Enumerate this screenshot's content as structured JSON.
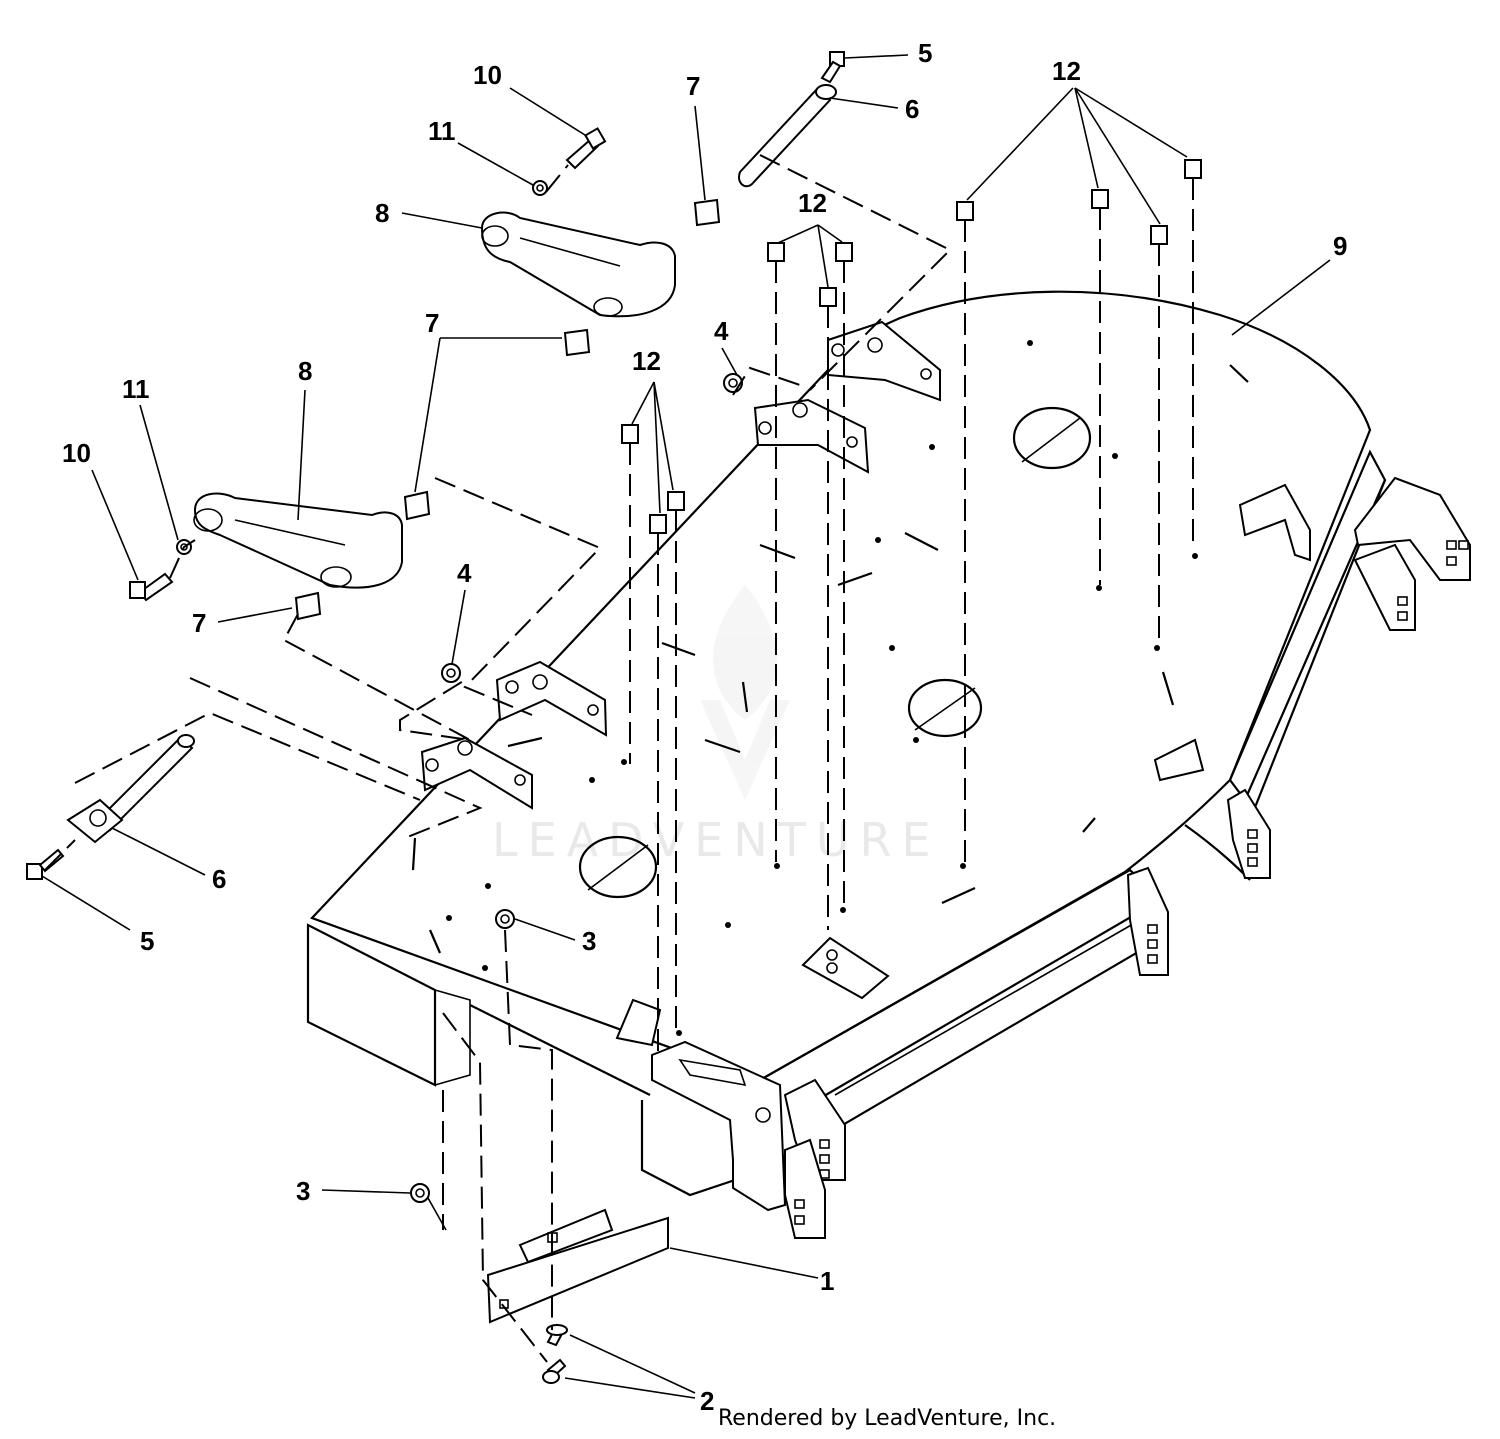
{
  "diagram": {
    "callouts": [
      {
        "id": "c1",
        "label": "1"
      },
      {
        "id": "c2",
        "label": "2"
      },
      {
        "id": "c3a",
        "label": "3"
      },
      {
        "id": "c3b",
        "label": "3"
      },
      {
        "id": "c4a",
        "label": "4"
      },
      {
        "id": "c4b",
        "label": "4"
      },
      {
        "id": "c5a",
        "label": "5"
      },
      {
        "id": "c5b",
        "label": "5"
      },
      {
        "id": "c6a",
        "label": "6"
      },
      {
        "id": "c6b",
        "label": "6"
      },
      {
        "id": "c7a",
        "label": "7"
      },
      {
        "id": "c7b",
        "label": "7"
      },
      {
        "id": "c7c",
        "label": "7"
      },
      {
        "id": "c8a",
        "label": "8"
      },
      {
        "id": "c8b",
        "label": "8"
      },
      {
        "id": "c9",
        "label": "9"
      },
      {
        "id": "c10a",
        "label": "10"
      },
      {
        "id": "c10b",
        "label": "10"
      },
      {
        "id": "c11a",
        "label": "11"
      },
      {
        "id": "c11b",
        "label": "11"
      },
      {
        "id": "c12a",
        "label": "12"
      },
      {
        "id": "c12b",
        "label": "12"
      },
      {
        "id": "c12c",
        "label": "12"
      }
    ]
  },
  "watermark": {
    "text": "LEADVENTURE"
  },
  "footer": {
    "credit": "Rendered by LeadVenture, Inc."
  }
}
